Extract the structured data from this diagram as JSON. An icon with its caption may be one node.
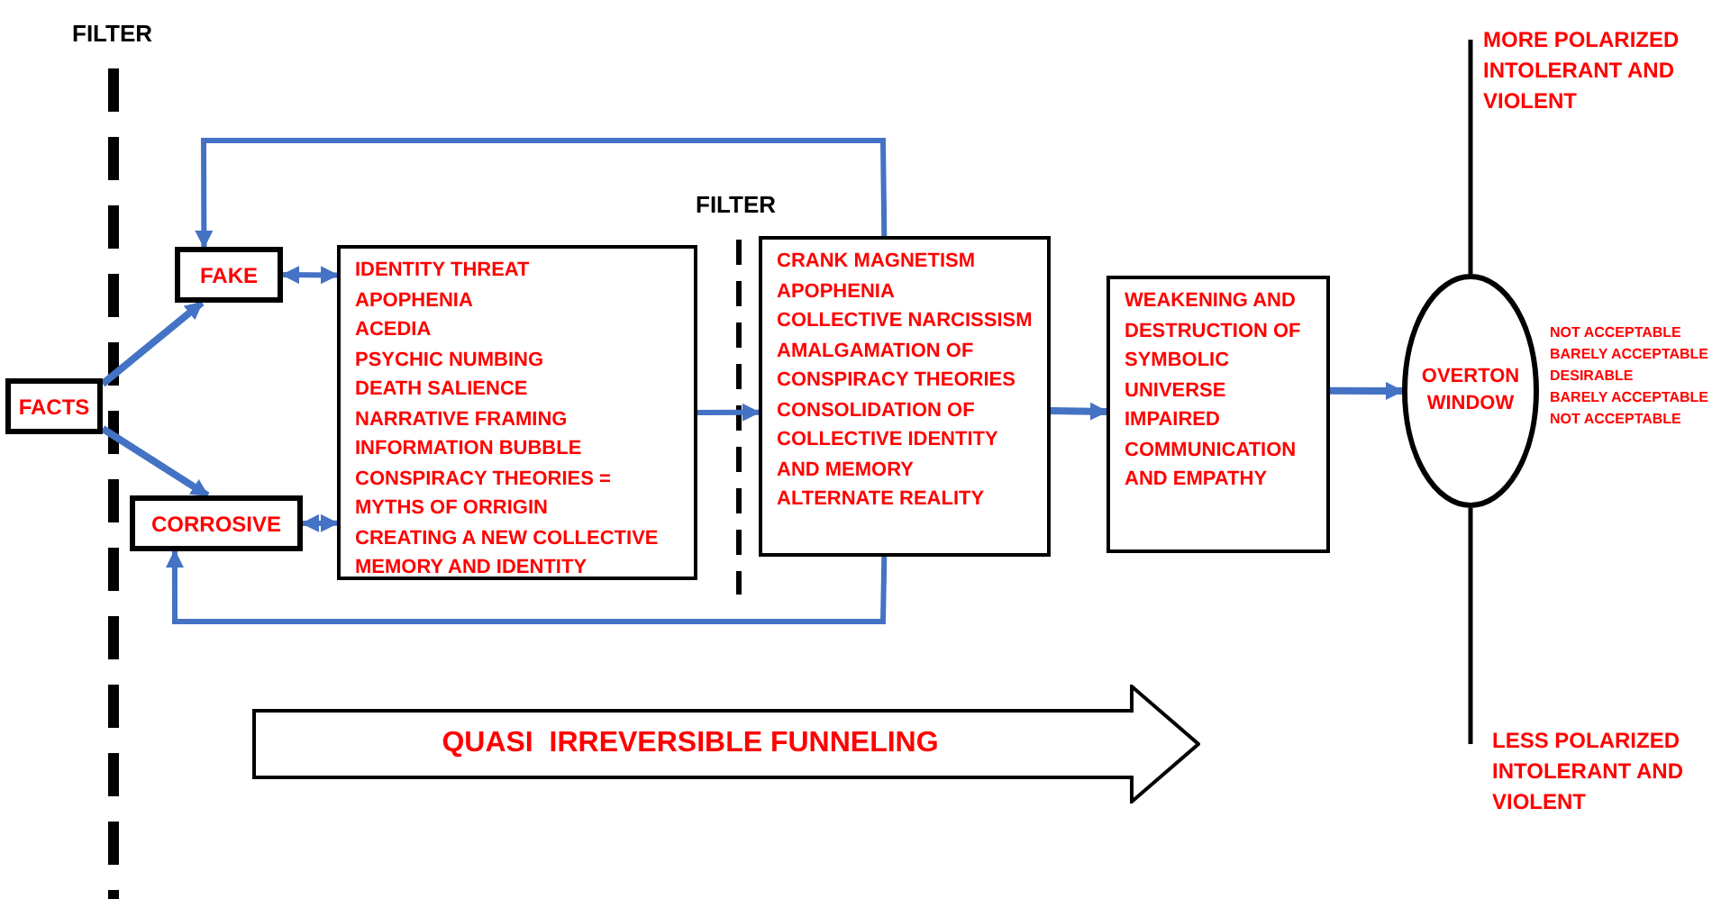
{
  "diagram": {
    "nodes": [
      {
        "text": [
          "FACTS"
        ]
      },
      {
        "text": [
          "FAKE"
        ]
      },
      {
        "text": [
          "CORROSIVE"
        ]
      },
      {
        "text": [
          "IDENTITY THREAT",
          "APOPHENIA",
          "ACEDIA",
          "PSYCHIC NUMBING",
          "DEATH SALIENCE",
          "NARRATIVE FRAMING",
          "INFORMATION BUBBLE",
          "CONSPIRACY THEORIES = MYTHS OF ORRIGIN",
          "CREATING A NEW COLLECTIVE MEMORY AND IDENTITY"
        ]
      },
      {
        "text": [
          "CRANK MAGNETISM",
          "APOPHENIA",
          "COLLECTIVE NARCISSISM",
          "AMALGAMATION OF CONSPIRACY THEORIES",
          "CONSOLIDATION OF COLLECTIVE IDENTITY AND MEMORY",
          "ALTERNATE REALITY"
        ]
      },
      {
        "text": [
          "WEAKENING AND DESTRUCTION OF SYMBOLIC UNIVERSE",
          "IMPAIRED COMMUNICATION AND EMPATHY"
        ]
      },
      {
        "text": [
          "OVERTON WINDOW"
        ]
      },
      {
        "text": [
          "QUASI  IRREVERSIBLE FUNNELING"
        ]
      }
    ],
    "edges": [
      {
        "from": 0,
        "to": 1,
        "arrow": "to"
      },
      {
        "from": 0,
        "to": 2,
        "arrow": "to"
      },
      {
        "from": 1,
        "to": 3,
        "arrow": "both"
      },
      {
        "from": 2,
        "to": 3,
        "arrow": "both"
      },
      {
        "from": 3,
        "to": 4,
        "arrow": "to"
      },
      {
        "from": 4,
        "to": 1,
        "arrow": "to"
      },
      {
        "from": 4,
        "to": 2,
        "arrow": "to"
      },
      {
        "from": 4,
        "to": 5,
        "arrow": "to"
      },
      {
        "from": 5,
        "to": 6,
        "arrow": "to"
      }
    ],
    "labels": [
      "FILTER",
      "FILTER",
      "MORE POLARIZED INTOLERANT AND VIOLENT",
      "NOT ACCEPTABLE",
      "BARELY ACCEPTABLE",
      "DESIRABLE",
      "BARELY ACCEPTABLE",
      "NOT ACCEPTABLE",
      "LESS POLARIZED INTOLERANT AND VIOLENT"
    ]
  }
}
